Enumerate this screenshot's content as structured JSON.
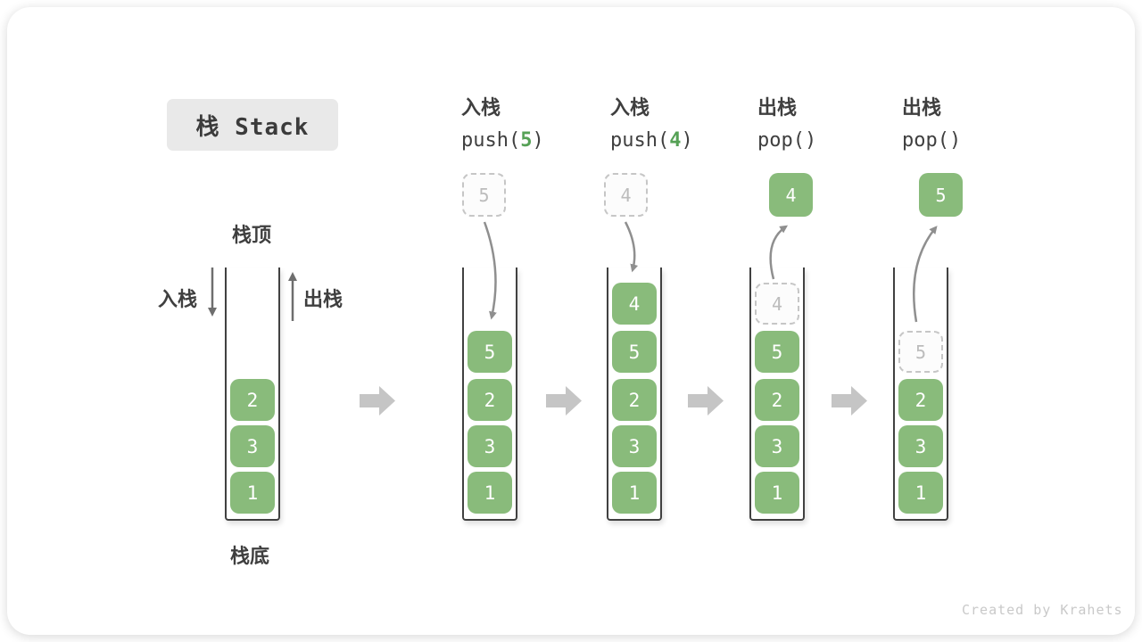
{
  "title": "栈 Stack",
  "legend": {
    "stack_top": "栈顶",
    "stack_bottom": "栈底",
    "push_side": "入栈",
    "pop_side": "出栈"
  },
  "operations": [
    {
      "zh": "入栈",
      "code_prefix": "push(",
      "arg": "5",
      "code_suffix": ")"
    },
    {
      "zh": "入栈",
      "code_prefix": "push(",
      "arg": "4",
      "code_suffix": ")"
    },
    {
      "zh": "出栈",
      "code_prefix": "pop(",
      "arg": "",
      "code_suffix": ")"
    },
    {
      "zh": "出栈",
      "code_prefix": "pop(",
      "arg": "",
      "code_suffix": ")"
    }
  ],
  "stacks": [
    {
      "state": "initial",
      "cells": [
        {
          "slot": 2,
          "value": "2",
          "variant": "solid"
        },
        {
          "slot": 3,
          "value": "3",
          "variant": "solid"
        },
        {
          "slot": 4,
          "value": "1",
          "variant": "solid"
        }
      ]
    },
    {
      "state": "after-push-5",
      "floating": {
        "value": "5",
        "variant": "dashed"
      },
      "cells": [
        {
          "slot": 1,
          "value": "5",
          "variant": "solid"
        },
        {
          "slot": 2,
          "value": "2",
          "variant": "solid"
        },
        {
          "slot": 3,
          "value": "3",
          "variant": "solid"
        },
        {
          "slot": 4,
          "value": "1",
          "variant": "solid"
        }
      ]
    },
    {
      "state": "after-push-4",
      "floating": {
        "value": "4",
        "variant": "dashed"
      },
      "cells": [
        {
          "slot": 0,
          "value": "4",
          "variant": "solid"
        },
        {
          "slot": 1,
          "value": "5",
          "variant": "solid"
        },
        {
          "slot": 2,
          "value": "2",
          "variant": "solid"
        },
        {
          "slot": 3,
          "value": "3",
          "variant": "solid"
        },
        {
          "slot": 4,
          "value": "1",
          "variant": "solid"
        }
      ]
    },
    {
      "state": "after-pop-4",
      "floating": {
        "value": "4",
        "variant": "solid"
      },
      "cells": [
        {
          "slot": 0,
          "value": "4",
          "variant": "ghost"
        },
        {
          "slot": 1,
          "value": "5",
          "variant": "solid"
        },
        {
          "slot": 2,
          "value": "2",
          "variant": "solid"
        },
        {
          "slot": 3,
          "value": "3",
          "variant": "solid"
        },
        {
          "slot": 4,
          "value": "1",
          "variant": "solid"
        }
      ]
    },
    {
      "state": "after-pop-5",
      "floating": {
        "value": "5",
        "variant": "solid"
      },
      "cells": [
        {
          "slot": 1,
          "value": "5",
          "variant": "ghost"
        },
        {
          "slot": 2,
          "value": "2",
          "variant": "solid"
        },
        {
          "slot": 3,
          "value": "3",
          "variant": "solid"
        },
        {
          "slot": 4,
          "value": "1",
          "variant": "solid"
        }
      ]
    }
  ],
  "colors": {
    "cell_green": "#89bb7b",
    "arg_green": "#56a156",
    "curve_arrow_gray": "#8f8f8f",
    "transition_arrow_gray": "#c5c5c5",
    "ghost_border": "#c6c6c6",
    "tube_line": "#414141",
    "title_bg": "#e9e9e9"
  },
  "watermark": "Created by Krahets"
}
